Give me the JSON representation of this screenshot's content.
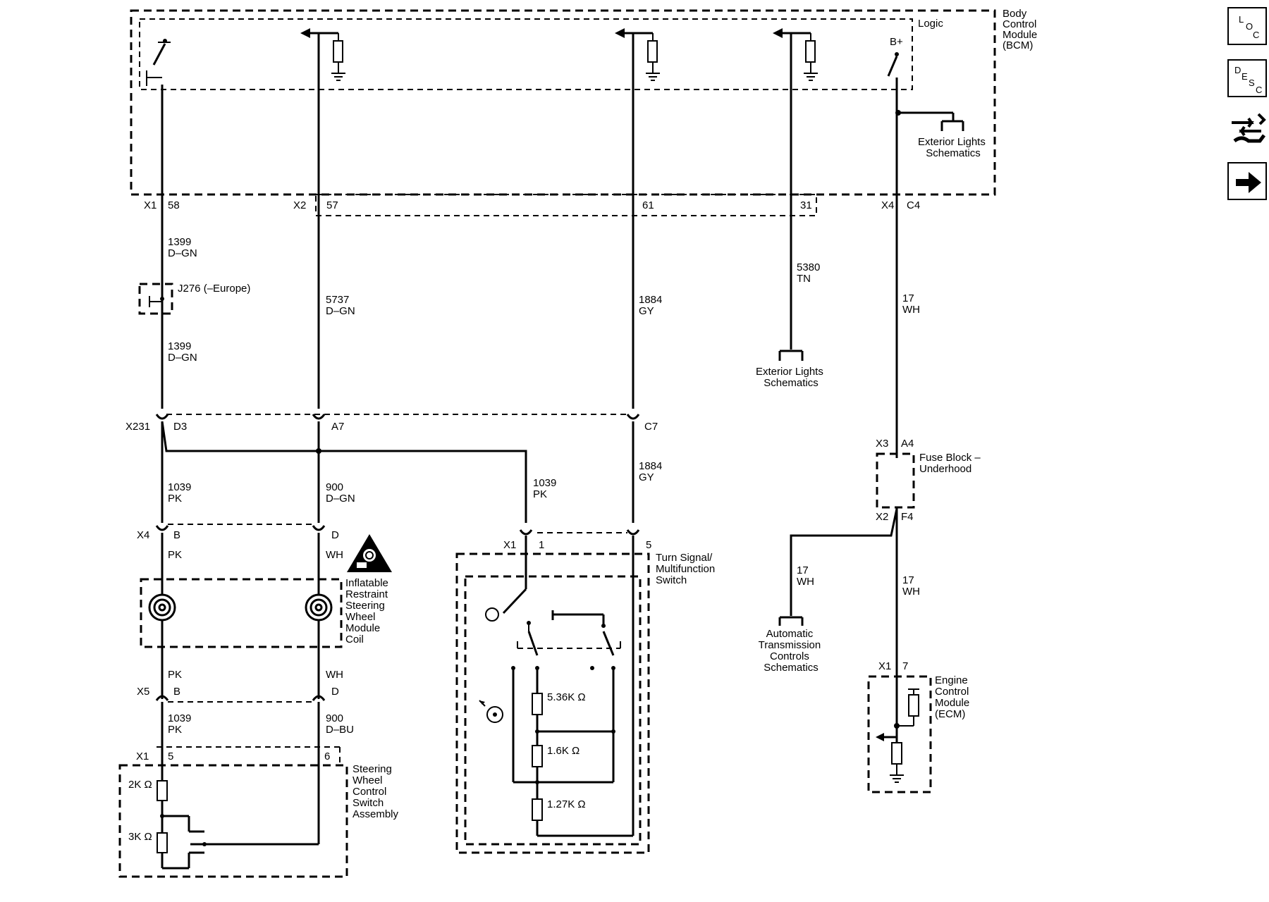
{
  "modules": {
    "bcm": [
      "Body",
      "Control",
      "Module",
      "(BCM)"
    ],
    "bcm_logic": "Logic",
    "bplus": "B+",
    "ext_lights_a": [
      "Exterior Lights",
      "Schematics"
    ],
    "ext_lights_b": [
      "Exterior Lights",
      "Schematics"
    ],
    "fuse_block": [
      "Fuse Block –",
      "Underhood"
    ],
    "turn_signal": [
      "Turn Signal/",
      "Multifunction",
      "Switch"
    ],
    "airbag_coil": [
      "Inflatable",
      "Restraint",
      "Steering",
      "Wheel",
      "Module",
      "Coil"
    ],
    "swc": [
      "Steering",
      "Wheel",
      "Control",
      "Switch",
      "Assembly"
    ],
    "atc": [
      "Automatic",
      "Transmission",
      "Controls",
      "Schematics"
    ],
    "ecm": [
      "Engine",
      "Control",
      "Module",
      "(ECM)"
    ],
    "j276": "J276 (–Europe)"
  },
  "connectors": {
    "bcm_x1": "X1",
    "bcm_x1_pin": "58",
    "bcm_x2": "X2",
    "bcm_x2_pin_a": "57",
    "bcm_x2_pin_b": "61",
    "bcm_x2_pin_c": "31",
    "bcm_x4": "X4",
    "bcm_x4_pin": "C4",
    "x231": "X231",
    "x231_a": "D3",
    "x231_b": "A7",
    "x231_c": "C7",
    "x4": "X4",
    "x4_a": "B",
    "x4_b": "D",
    "x5": "X5",
    "x5_a": "B",
    "x5_b": "D",
    "swc_x1": "X1",
    "swc_pin_a": "5",
    "swc_pin_b": "6",
    "ts_x1": "X1",
    "ts_pin_a": "1",
    "ts_pin_b": "5",
    "fb_x3": "X3",
    "fb_x3_pin": "A4",
    "fb_x2": "X2",
    "fb_x2_pin": "F4",
    "ecm_x1": "X1",
    "ecm_pin": "7"
  },
  "wires": {
    "w1399a": [
      "1399",
      "D–GN"
    ],
    "w1399b": [
      "1399",
      "D–GN"
    ],
    "w5737": [
      "5737",
      "D–GN"
    ],
    "w1884a": [
      "1884",
      "GY"
    ],
    "w1884b": [
      "1884",
      "GY"
    ],
    "w5380": [
      "5380",
      "TN"
    ],
    "w17a": [
      "17",
      "WH"
    ],
    "w17b": [
      "17",
      "WH"
    ],
    "w17c": [
      "17",
      "WH"
    ],
    "w1039a": [
      "1039",
      "PK"
    ],
    "w1039b": [
      "1039",
      "PK"
    ],
    "w1039c": [
      "1039",
      "PK"
    ],
    "w900a": [
      "900",
      "D–GN"
    ],
    "w900b": [
      "900",
      "D–BU"
    ],
    "coil_pk_top": "PK",
    "coil_wh_top": "WH",
    "coil_pk_bot": "PK",
    "coil_wh_bot": "WH"
  },
  "resistors": {
    "r2k": "2K Ω",
    "r3k": "3K Ω",
    "r536": "5.36K Ω",
    "r16": "1.6K Ω",
    "r127": "1.27K Ω"
  },
  "nav": {
    "loc": [
      "L",
      "O",
      "C"
    ],
    "desc": [
      "D",
      "E",
      "S",
      "C"
    ]
  },
  "colors": {
    "ink": "#000000",
    "paper": "#ffffff"
  }
}
